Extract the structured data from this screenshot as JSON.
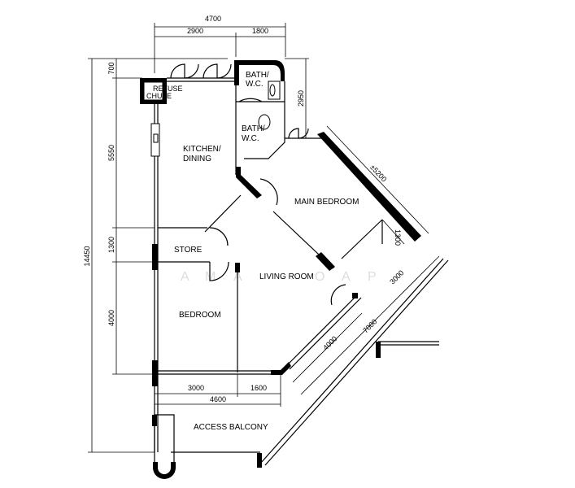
{
  "rooms": {
    "refuse_chute": [
      "REFUSE",
      "CHUTE"
    ],
    "bath1": [
      "BATH/",
      "W.C."
    ],
    "bath2": [
      "BATH/",
      "W.C."
    ],
    "kitchen": [
      "KITCHEN/",
      "DINING"
    ],
    "main_bedroom": "MAIN BEDROOM",
    "store": "STORE",
    "living_room": "LIVING ROOM",
    "bedroom": "BEDROOM",
    "access_balcony": "ACCESS BALCONY"
  },
  "dimensions": {
    "top_total": "4700",
    "top_left": "2900",
    "top_right": "1800",
    "left_total": "14450",
    "left_700": "700",
    "left_5550": "5550",
    "left_1300": "1300",
    "left_4000": "4000",
    "right_2950": "2950",
    "diag_5200": "±5200",
    "diag_1300": "1300",
    "diag_3000": "3000",
    "diag_7000": "7000",
    "diag_4000": "4000",
    "bottom_3000": "3000",
    "bottom_1600": "1600",
    "bottom_4600": "4600"
  },
  "watermark": [
    "A",
    "M",
    "A",
    "N",
    "O",
    "A",
    "P"
  ]
}
